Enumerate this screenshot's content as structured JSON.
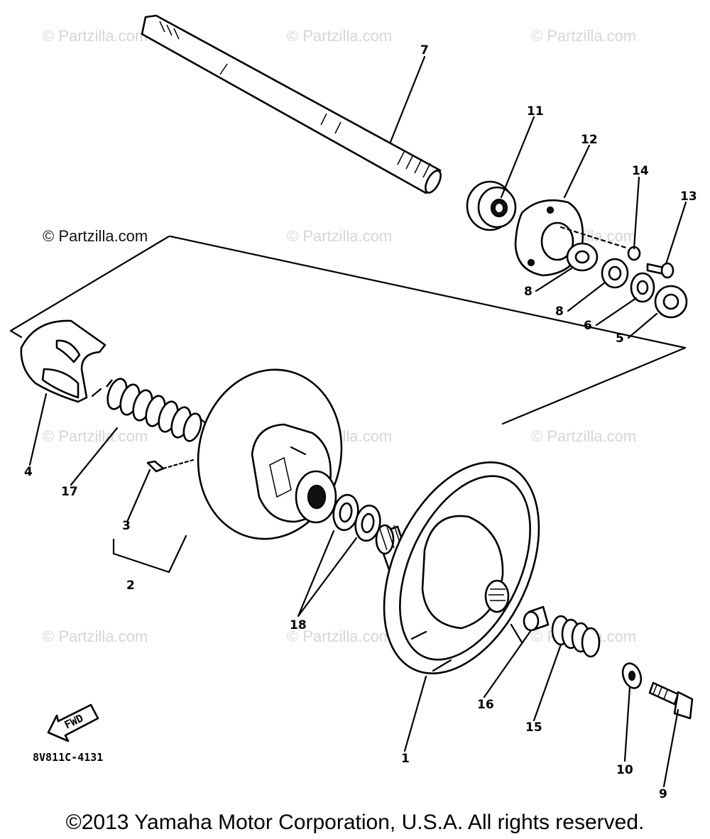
{
  "watermark": "© Partzilla.com",
  "diagram_code": "8V811C-4131",
  "fwd_label": "FWD",
  "footer": "©2013 Yamaha Motor Corporation, U.S.A. All rights reserved.",
  "callouts": {
    "c1": "1",
    "c2": "2",
    "c3": "3",
    "c4": "4",
    "c5": "5",
    "c6": "6",
    "c7": "7",
    "c8a": "8",
    "c8b": "8",
    "c9": "9",
    "c10": "10",
    "c11": "11",
    "c12": "12",
    "c13": "13",
    "c14": "14",
    "c15": "15",
    "c16": "16",
    "c17": "17",
    "c18": "18"
  }
}
